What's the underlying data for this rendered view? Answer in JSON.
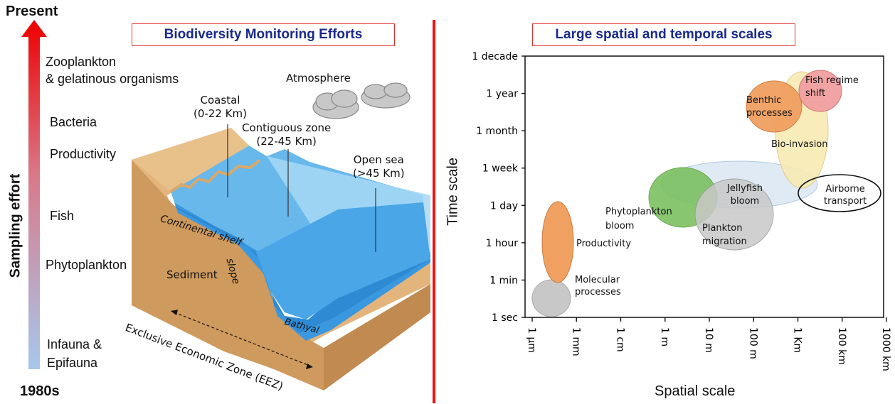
{
  "left": {
    "title": "Biodiversity Monitoring Efforts",
    "axis_top": "Present",
    "axis_bottom": "1980s",
    "axis_label": "Sampling effort",
    "levels": [
      "Zooplankton\n& gelatinous organisms",
      "Bacteria",
      "Productivity",
      "Fish",
      "Phytoplankton",
      "Infauna &\nEpifauna"
    ],
    "zones": {
      "atmosphere": "Atmosphere",
      "coastal": "Coastal\n(0-22 Km)",
      "contiguous": "Contiguous zone\n(22-45 Km)",
      "open_sea": "Open sea\n(>45 Km)",
      "continental_shelf": "Continental shelf",
      "slope": "slope",
      "sediment": "Sediment",
      "bathyal": "Bathyal",
      "eez": "Exclusive Economic Zone (EEZ)"
    }
  },
  "right": {
    "title": "Large spatial and temporal scales",
    "ylabel": "Time scale",
    "xlabel": "Spatial scale",
    "yticks": [
      "1 decade",
      "1 year",
      "1 month",
      "1 week",
      "1 day",
      "1 hour",
      "1 min",
      "1 sec"
    ],
    "xticks": [
      "1 µm",
      "1 mm",
      "1 cm",
      "1 m",
      "10 m",
      "100 m",
      "1 Km",
      "100 km",
      "1000 km"
    ],
    "processes": [
      {
        "name": "Molecular\nprocesses",
        "color": "#c8c8c8"
      },
      {
        "name": "Productivity",
        "color": "#f0a060"
      },
      {
        "name": "Phytoplankton\nbloom",
        "color": "#7cc060"
      },
      {
        "name": "Plankton\nmigration",
        "color": "#c8c8c8"
      },
      {
        "name": "Jellyfish\nbloom",
        "color": "#dce8f4"
      },
      {
        "name": "Airborne\ntransport",
        "color": "#ffffff"
      },
      {
        "name": "Bio-invasion",
        "color": "#f8eab4"
      },
      {
        "name": "Benthic\nprocesses",
        "color": "#f0a060"
      },
      {
        "name": "Fish regime\nshift",
        "color": "#f0a0a0"
      }
    ]
  },
  "colors": {
    "divider": "#ee1111",
    "title_text": "#1a2a8c",
    "title_border": "#e03030"
  }
}
